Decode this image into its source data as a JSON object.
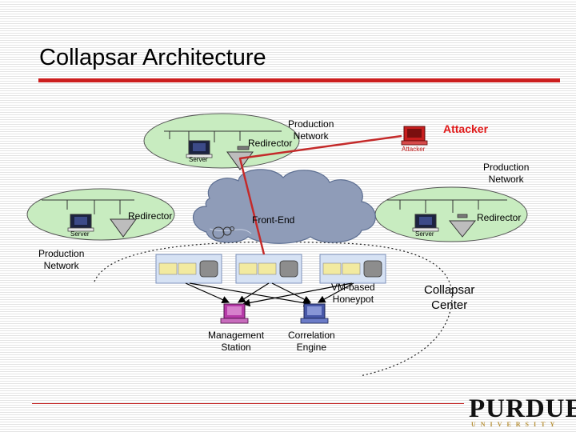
{
  "slide": {
    "title": "Collapsar Architecture"
  },
  "labels": {
    "production_network_top": "Production\nNetwork",
    "redirector_top": "Redirector",
    "server_top": "Server",
    "attacker_label": "Attacker",
    "attacker_host": "Attacker",
    "production_network_right": "Production\nNetwork",
    "redirector_left": "Redirector",
    "server_left": "Server",
    "front_end": "Front-End",
    "redirector_right": "Redirector",
    "server_right": "Server",
    "production_network_left": "Production\nNetwork",
    "vm_honeypot": "VM-based\nHoneypot",
    "collapsar_center": "Collapsar\nCenter",
    "management_station": "Management\nStation",
    "correlation_engine": "Correlation\nEngine"
  },
  "logo": {
    "name": "PURDUE",
    "sub": "UNIVERSITY"
  },
  "colors": {
    "title_rule": "#cc1f1f",
    "attack_path": "#c42a2a",
    "cloud": "#8f9cb8",
    "network_oval": "#c8ecc0",
    "honeypot_box": "#d6e2f4",
    "attacker_pc": "#c81e1e",
    "management_pc": "#b63aa8",
    "correlation_pc": "#4858a8"
  }
}
